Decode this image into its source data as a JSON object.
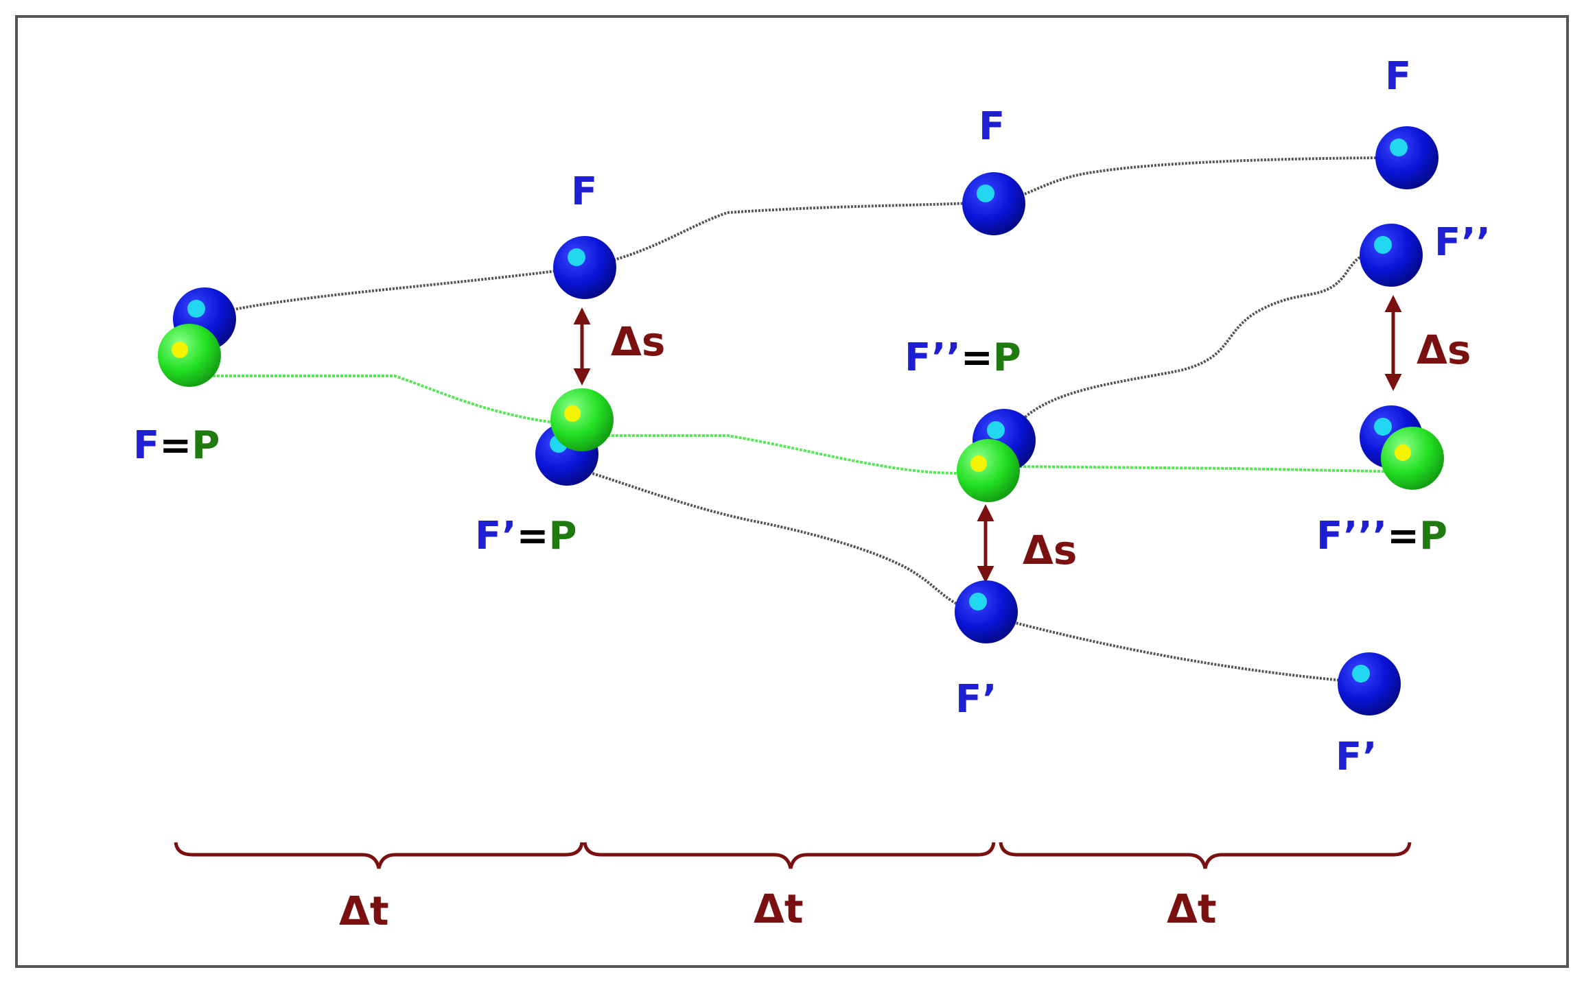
{
  "colors": {
    "frame": "#555555",
    "fluid_particle": "#0a14d8",
    "fluid_highlight": "#22d8f0",
    "particle": "#22e022",
    "particle_highlight": "#f4f400",
    "fluid_path": "#555555",
    "particle_path": "#55e855",
    "dimension": "#7a1010",
    "label_fluid": "#1e1ed2",
    "label_particle": "#1f7a10",
    "equals_sign": "#000000"
  },
  "labels": {
    "f_top_1": "F",
    "f_top_2": "F",
    "f_top_3": "F",
    "f_double_prime_right": "F’’",
    "f_prime_lower_1": "F’",
    "f_prime_lower_2": "F’"
  },
  "coincidence_labels": {
    "start": {
      "fluid": "F",
      "equals": "=",
      "particle": "P"
    },
    "step1": {
      "fluid": "F’",
      "equals": "=",
      "particle": "P"
    },
    "step2": {
      "fluid": "F’’",
      "equals": "=",
      "particle": "P"
    },
    "step3": {
      "fluid": "F’’’",
      "equals": "=",
      "particle": "P"
    }
  },
  "displacement_label": "Δs",
  "time_step_label": "Δt",
  "time_steps": [
    "Δt",
    "Δt",
    "Δt"
  ]
}
